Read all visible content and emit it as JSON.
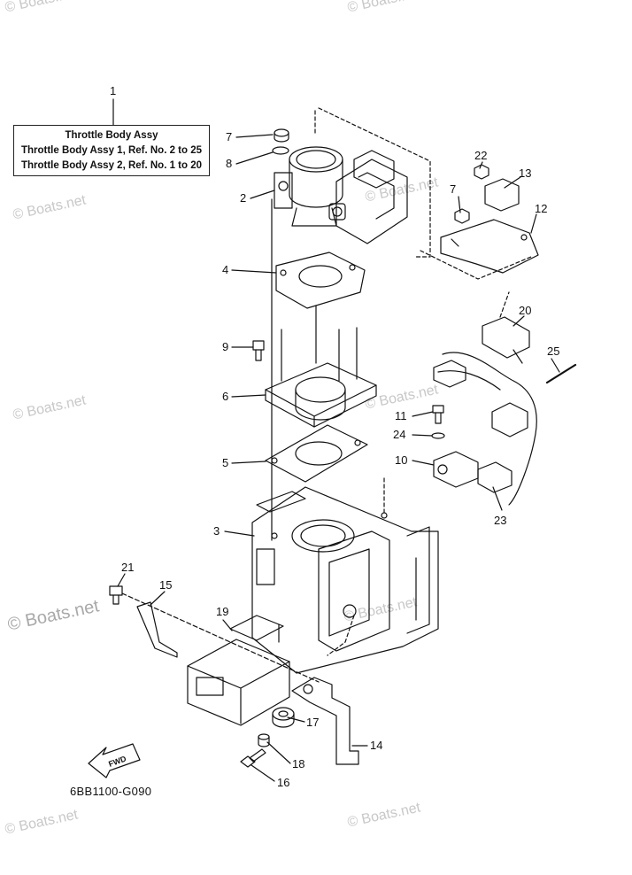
{
  "watermark": "© Boats.net",
  "title_box": {
    "heading": "Throttle Body Assy",
    "line1": "Throttle Body Assy 1,   Ref. No.  2  to  25",
    "line2": "Throttle Body Assy 2,   Ref. No.  1  to  20"
  },
  "callouts": [
    "1",
    "2",
    "3",
    "4",
    "5",
    "6",
    "7",
    "7",
    "8",
    "9",
    "10",
    "11",
    "12",
    "13",
    "14",
    "15",
    "16",
    "17",
    "18",
    "19",
    "20",
    "21",
    "22",
    "23",
    "24",
    "25"
  ],
  "fwd_label": "FWD",
  "diagram_code": "6BB1100-G090"
}
